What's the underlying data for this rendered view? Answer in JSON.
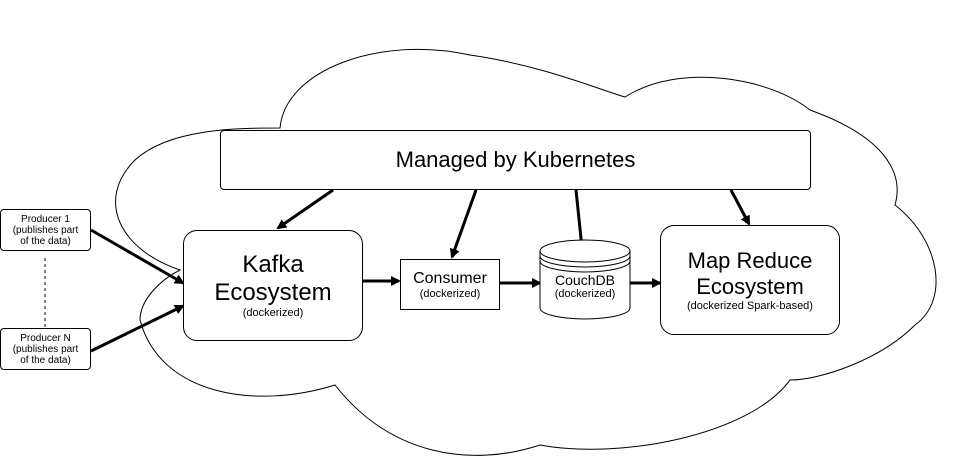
{
  "diagram": {
    "kubernetes": {
      "label": "Managed by Kubernetes"
    },
    "kafka": {
      "line1": "Kafka",
      "line2": "Ecosystem",
      "sub": "(dockerized)"
    },
    "consumer": {
      "title": "Consumer",
      "sub": "(dockerized)"
    },
    "couchdb": {
      "title": "CouchDB",
      "sub": "(dockerized)"
    },
    "mapreduce": {
      "line1": "Map Reduce",
      "line2": "Ecosystem",
      "sub": "(dockerized Spark-based)"
    },
    "producer1": {
      "line1": "Producer 1",
      "line2": "(publishes part",
      "line3": "of the data)"
    },
    "producerN": {
      "line1": "Producer N",
      "line2": "(publishes part",
      "line3": "of the data)"
    }
  }
}
